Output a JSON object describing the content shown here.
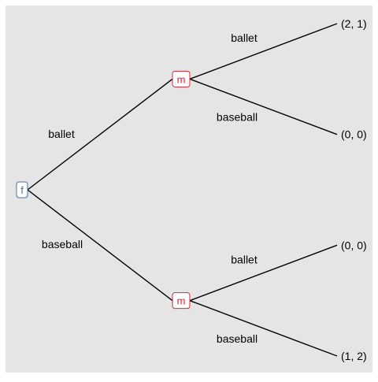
{
  "colors": {
    "panel_background": "#e5e5e5",
    "edge": "#000000",
    "player_f": "#4a6fa5",
    "player_m": "#d6263a",
    "node_fill": "#ffffff"
  },
  "tree": {
    "root": {
      "player": "f",
      "moves": [
        {
          "label": "ballet",
          "node": {
            "player": "m",
            "moves": [
              {
                "label": "ballet",
                "payoff": "(2, 1)"
              },
              {
                "label": "baseball",
                "payoff": "(0, 0)"
              }
            ]
          }
        },
        {
          "label": "baseball",
          "node": {
            "player": "m",
            "moves": [
              {
                "label": "ballet",
                "payoff": "(0, 0)"
              },
              {
                "label": "baseball",
                "payoff": "(1, 2)"
              }
            ]
          }
        }
      ]
    }
  }
}
